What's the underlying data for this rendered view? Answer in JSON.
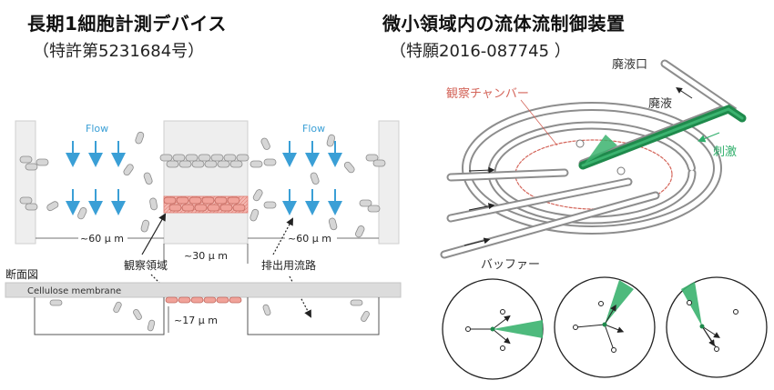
{
  "left": {
    "title": "長期1細胞計測デバイス",
    "subtitle": "（特許第5231684号）",
    "flow_left": "Flow",
    "flow_right": "Flow",
    "dim_60_left": "~60 μ m",
    "dim_30": "~30 μ m",
    "dim_60_right": "~60 μ m",
    "observation_region": "観察領域",
    "drain_channel": "排出用流路",
    "cross_section": "断面図",
    "membrane": "Cellulose membrane",
    "dim_17": "~17 μ m"
  },
  "right": {
    "title": "微小領域内の流体流制御装置",
    "subtitle": "（特願2016-087745 ）",
    "waste_outlet": "廃液口",
    "waste": "廃液",
    "chamber": "観察チャンバー",
    "stimulus": "刺激",
    "buffer": "バッファー"
  },
  "colors": {
    "flow_arrow": "#3a9fd6",
    "observation": "#e07a70",
    "stimulus": "#1f8a4c",
    "channel": "#b9b9b9"
  }
}
